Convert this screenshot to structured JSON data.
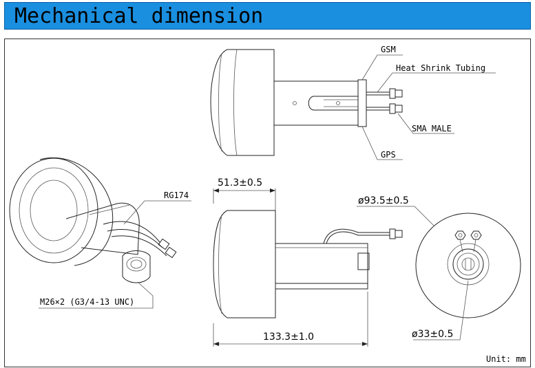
{
  "header": {
    "title": "Mechanical dimension"
  },
  "labels": {
    "gsm": "GSM",
    "heat_shrink": "Heat Shrink Tubing",
    "sma_male": "SMA MALE",
    "gps": "GPS",
    "rg174": "RG174",
    "thread": "M26×2 (G3/4-13 UNC)",
    "unit": "Unit: mm"
  },
  "dimensions": {
    "height": "51.3±0.5",
    "length": "133.3±1.0",
    "diameter_outer": "ø93.5±0.5",
    "diameter_inner": "ø33±0.5"
  },
  "colors": {
    "header_bg": "#1a8fe0"
  }
}
